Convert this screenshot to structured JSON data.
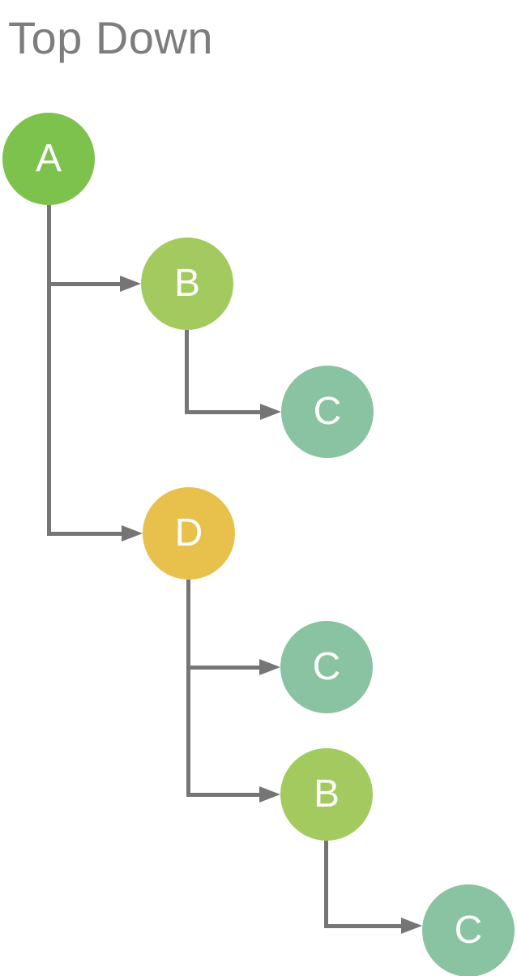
{
  "title": "Top Down",
  "palette": {
    "green": "#7dc24c",
    "yellow_green": "#a3ca5f",
    "teal": "#89c3a1",
    "gold": "#e8c14d",
    "line": "#757575",
    "title_text": "#7d7d7d",
    "node_label": "#ffffff",
    "background": "#ffffff"
  },
  "nodes": [
    {
      "id": "A",
      "label": "A",
      "color": "green",
      "parent": null
    },
    {
      "id": "B1",
      "label": "B",
      "color": "yellow_green",
      "parent": "A"
    },
    {
      "id": "C1",
      "label": "C",
      "color": "teal",
      "parent": "B1"
    },
    {
      "id": "D",
      "label": "D",
      "color": "gold",
      "parent": "A"
    },
    {
      "id": "C2",
      "label": "C",
      "color": "teal",
      "parent": "D"
    },
    {
      "id": "B2",
      "label": "B",
      "color": "yellow_green",
      "parent": "D"
    },
    {
      "id": "C3",
      "label": "C",
      "color": "teal",
      "parent": "B2"
    }
  ],
  "edges": [
    {
      "from": "A",
      "to": "B1"
    },
    {
      "from": "A",
      "to": "D"
    },
    {
      "from": "B1",
      "to": "C1"
    },
    {
      "from": "D",
      "to": "C2"
    },
    {
      "from": "D",
      "to": "B2"
    },
    {
      "from": "B2",
      "to": "C3"
    }
  ]
}
